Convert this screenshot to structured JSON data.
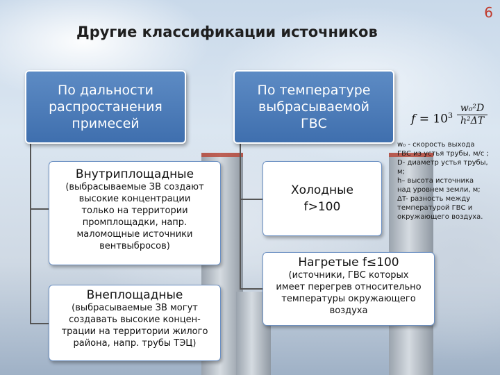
{
  "slide_number": "6",
  "title": "Другие классификации источников",
  "left": {
    "header": [
      "По дальности",
      "распростанения",
      "примесей"
    ],
    "box1": {
      "heading": "Внутриплощадные",
      "lines": [
        "(выбрасываемые ЗВ создают",
        "высокие концентрации",
        "только на территории",
        "промплощадки, напр.",
        "маломощные источники",
        "вентвыбросов)"
      ]
    },
    "box2": {
      "heading": "Внеплощадные",
      "lines": [
        "(выбрасываемые ЗВ могут",
        "создавать высокие концен-",
        "трации на территории жилого",
        "района, напр. трубы ТЭЦ)"
      ]
    }
  },
  "right": {
    "header": [
      "По температуре",
      "выбрасываемой",
      "ГВС"
    ],
    "box1": {
      "lines": [
        "Холодные",
        "f>100"
      ]
    },
    "box2": {
      "heading": "Нагретые  f≤100",
      "lines": [
        "(источники, ГВС которых",
        "имеет перегрев относительно",
        "температуры окружающего",
        "воздуха"
      ]
    }
  },
  "formula": {
    "lhs": "f",
    "eq": " = 10",
    "exp": "3",
    "numerator": "w₀²D",
    "denominator": "h²ΔT"
  },
  "note_lines": [
    "w₀ - скорость выхода",
    "ГВС из устья трубы, м/с ;",
    "D- диаметр устья трубы,",
    "м;",
    "h– высота источника",
    "над уровнем земли, м;",
    "ΔT- разность между",
    "температурой ГВС и",
    "окружающего воздуха."
  ]
}
